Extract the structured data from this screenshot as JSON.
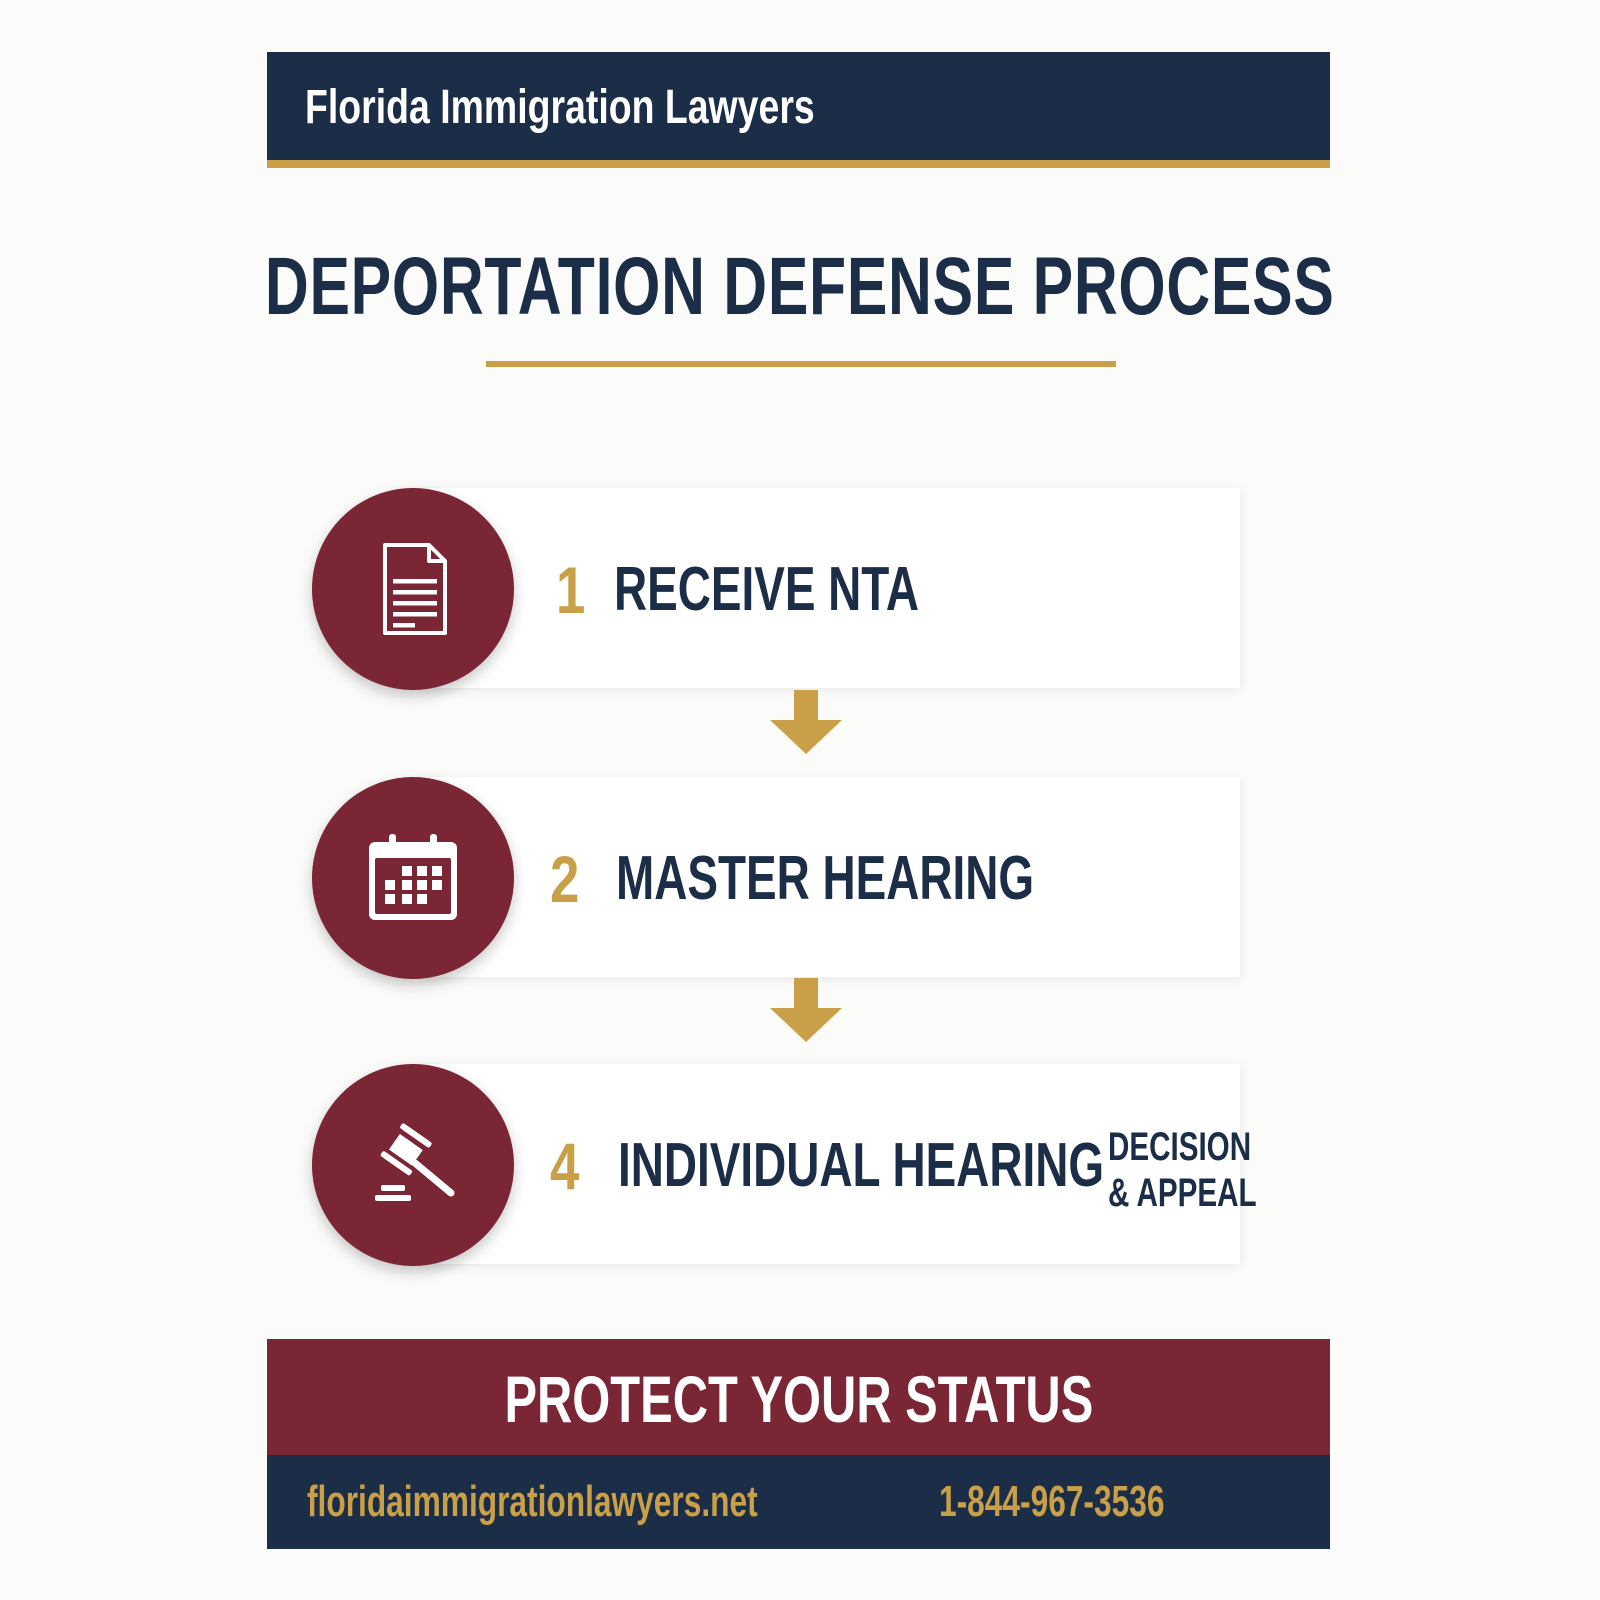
{
  "header": {
    "title": "Florida Immigration Lawyers"
  },
  "page": {
    "title": "DEPORTATION DEFENSE PROCESS"
  },
  "steps": [
    {
      "number": "1",
      "label": "RECEIVE NTA",
      "icon": "document-icon"
    },
    {
      "number": "2",
      "label": "MASTER HEARING",
      "icon": "calendar-icon"
    },
    {
      "number": "4",
      "label": "INDIVIDUAL HEARING",
      "icon": "gavel-icon",
      "sub_line1": "DECISION",
      "sub_line2": "& APPEAL"
    }
  ],
  "cta": {
    "text": "PROTECT YOUR STATUS"
  },
  "footer": {
    "website": "floridaimmigrationlawyers.net",
    "phone": "1-844-967-3536"
  },
  "colors": {
    "navy": "#1b2d47",
    "maroon": "#7a2635",
    "gold": "#c9a047",
    "background": "#fbfbfa"
  }
}
